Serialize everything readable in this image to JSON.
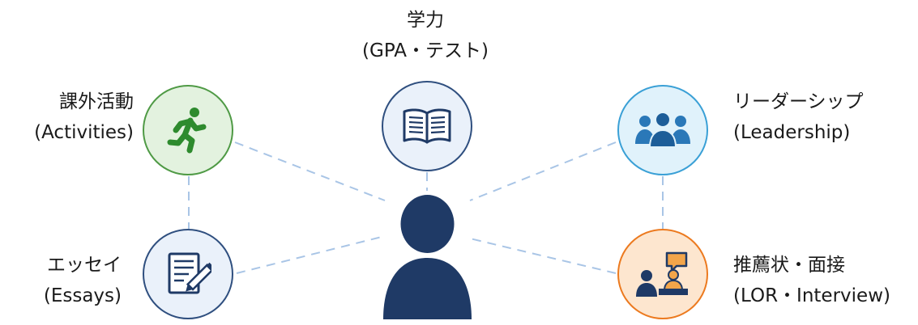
{
  "nodes": {
    "academics": {
      "title": "学力",
      "subtitle": "(GPA・テスト)",
      "icon": "open-book-icon",
      "fill": "#eaf1fa",
      "border": "#2f4f7f"
    },
    "activities": {
      "title": "課外活動",
      "subtitle": "(Activities)",
      "icon": "running-person-icon",
      "fill": "#e3f2df",
      "border": "#4f9a45"
    },
    "leadership": {
      "title": "リーダーシップ",
      "subtitle": "(Leadership)",
      "icon": "group-people-icon",
      "fill": "#e0f2fb",
      "border": "#3aa0d6"
    },
    "essays": {
      "title": "エッセイ",
      "subtitle": "(Essays)",
      "icon": "essay-pen-icon",
      "fill": "#eaf1fa",
      "border": "#2f4f7f"
    },
    "lor": {
      "title": "推薦状・面接",
      "subtitle": "(LOR・Interview)",
      "icon": "interview-icon",
      "fill": "#fde6cf",
      "border": "#ec7a1f"
    }
  },
  "center": {
    "icon": "person-silhouette-icon",
    "color": "#1f3a66"
  },
  "link_color": "#a9c5e6"
}
